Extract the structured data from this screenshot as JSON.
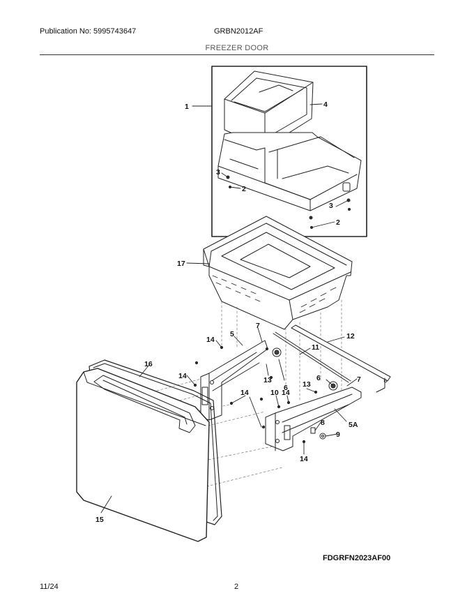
{
  "header": {
    "publication": "Publication No: 5995743647",
    "model": "GRBN2012AF",
    "section_title": "FREEZER DOOR"
  },
  "diagram": {
    "code": "FDGRFN2023AF00",
    "callouts": [
      "1",
      "4",
      "3",
      "2",
      "3",
      "2",
      "17",
      "5",
      "7",
      "14",
      "11",
      "12",
      "6",
      "13",
      "16",
      "14",
      "13",
      "6",
      "7",
      "14",
      "10",
      "14",
      "5A",
      "8",
      "9",
      "14",
      "15"
    ]
  },
  "footer": {
    "date": "11/24",
    "page": "2"
  }
}
